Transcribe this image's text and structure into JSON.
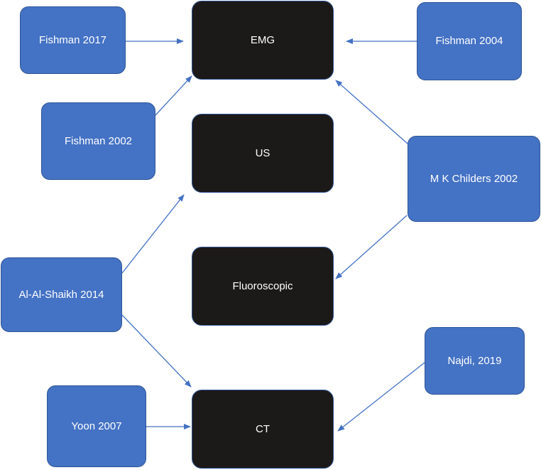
{
  "colors": {
    "source_fill": "#4472c4",
    "target_fill": "#1c1919",
    "arrow": "#4472c4",
    "text": "#ffffff"
  },
  "targets": {
    "emg": "EMG",
    "us": "US",
    "fluoroscopic": "Fluoroscopic",
    "ct": "CT"
  },
  "sources": {
    "fishman_2017": "Fishman 2017",
    "fishman_2002": "Fishman 2002",
    "fishman_2004": "Fishman 2004",
    "childers_2002": "M K Childers 2002",
    "al_shaikh_2014": "Al-Al-Shaikh 2014",
    "yoon_2007": "Yoon 2007",
    "najdi_2019": "Najdi, 2019"
  },
  "edges": [
    {
      "from": "fishman_2017",
      "to": "emg"
    },
    {
      "from": "fishman_2002",
      "to": "emg"
    },
    {
      "from": "fishman_2004",
      "to": "emg"
    },
    {
      "from": "childers_2002",
      "to": "emg"
    },
    {
      "from": "childers_2002",
      "to": "fluoroscopic"
    },
    {
      "from": "al_shaikh_2014",
      "to": "us"
    },
    {
      "from": "al_shaikh_2014",
      "to": "ct"
    },
    {
      "from": "yoon_2007",
      "to": "ct"
    },
    {
      "from": "najdi_2019",
      "to": "ct"
    }
  ]
}
